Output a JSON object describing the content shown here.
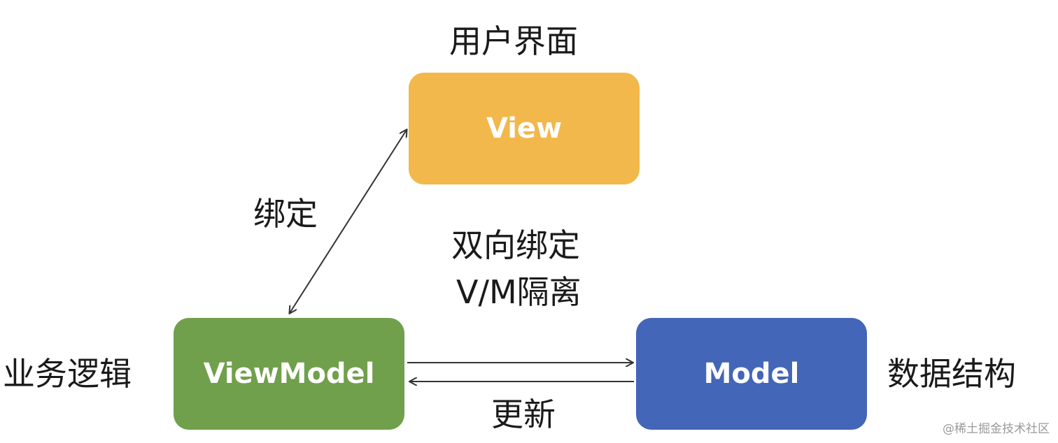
{
  "nodes": {
    "view": {
      "label": "View",
      "caption": "用户界面",
      "color": "#f2b84b"
    },
    "viewmodel": {
      "label": "ViewModel",
      "caption": "业务逻辑",
      "color": "#70a04b"
    },
    "model": {
      "label": "Model",
      "caption": "数据结构",
      "color": "#4466b8"
    }
  },
  "edges": {
    "view_viewmodel": {
      "label": "绑定"
    },
    "center": {
      "line1": "双向绑定",
      "line2": "V/M隔离"
    },
    "model_to_viewmodel": {
      "label": "更新"
    }
  },
  "watermark": "@稀土掘金技术社区"
}
